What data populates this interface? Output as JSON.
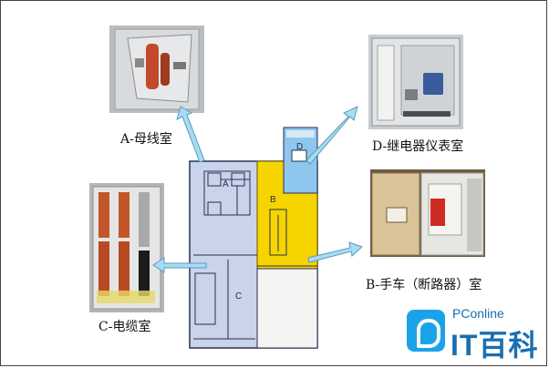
{
  "labels": {
    "busbar": "A-母线室",
    "relay": "D-继电器仪表室",
    "breaker": "B-手车（断路器）室",
    "cable": "C-电缆室"
  },
  "cabinet_zones": {
    "a": "A",
    "b": "B",
    "c": "C",
    "d": "D"
  },
  "logo": {
    "small": "PConline",
    "big": "IT百科"
  },
  "colors": {
    "cabinet": "#c9d3ea",
    "breaker_zone": "#f5d400",
    "relay_zone": "#8ec6ee",
    "arrow": "#a8dcf4"
  }
}
